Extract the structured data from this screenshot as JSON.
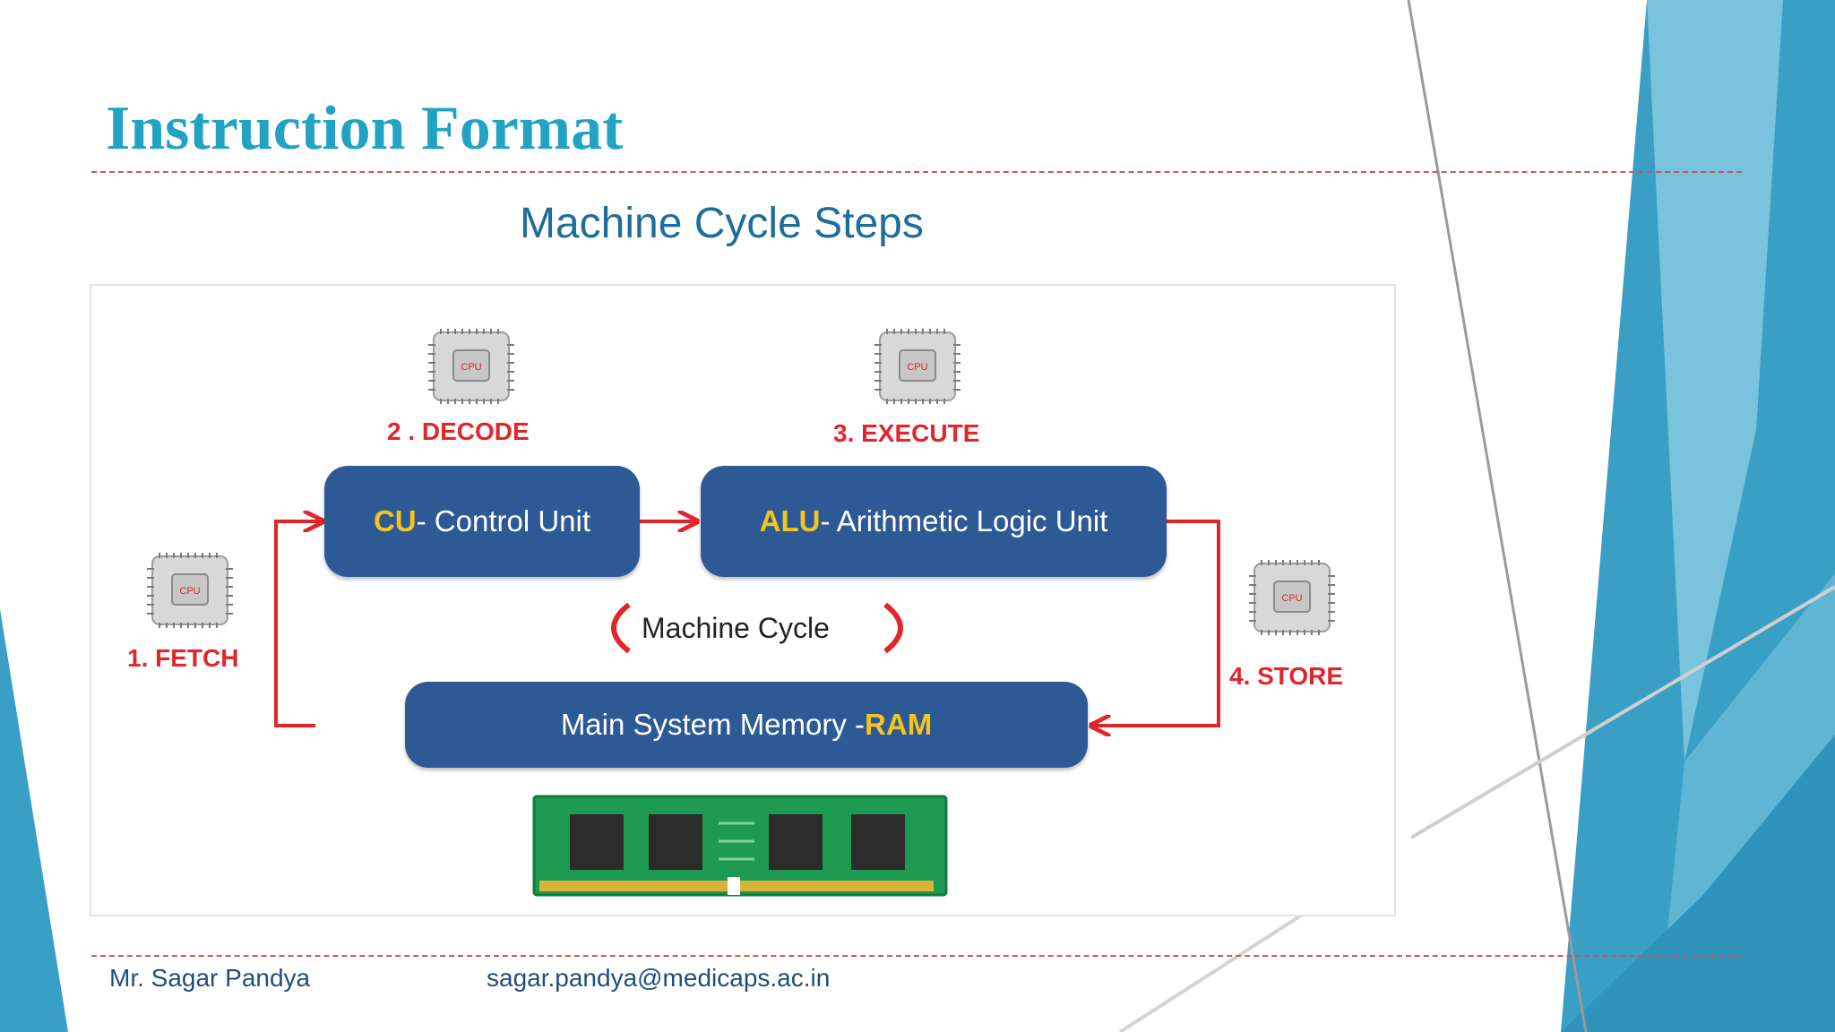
{
  "slide": {
    "title": "Instruction Format",
    "subtitle": "Machine Cycle Steps"
  },
  "diagram": {
    "steps": {
      "fetch": "1. FETCH",
      "decode": "2 . DECODE",
      "execute": "3. EXECUTE",
      "store": "4. STORE"
    },
    "boxes": {
      "cu": {
        "abbr": "CU",
        "text": " - Control  Unit"
      },
      "alu": {
        "abbr": "ALU",
        "text": " - Arithmetic  Logic Unit"
      },
      "ram": {
        "text": "Main  System Memory - ",
        "abbr": "RAM"
      }
    },
    "cycle_label": "Machine  Cycle",
    "chip_label": "CPU"
  },
  "footer": {
    "author": "Mr. Sagar Pandya",
    "email": "sagar.pandya@medicaps.ac.in"
  },
  "colors": {
    "title": "#22a3c3",
    "box": "#2d5a95",
    "highlight": "#f6c41e",
    "arrow": "#e0262b",
    "accent_teal": "#35a1c6"
  }
}
